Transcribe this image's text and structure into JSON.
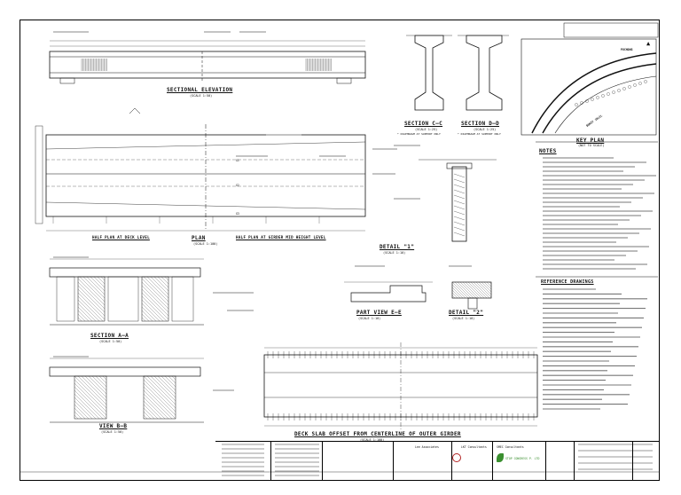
{
  "drawing": {
    "sectional_elevation": {
      "title": "SECTIONAL ELEVATION",
      "scale": "(SCALE 1:50)"
    },
    "section_cc": {
      "title": "SECTION C–C",
      "scale": "(SCALE 1:25)",
      "note": "* DIAPHRAGM AT SUPPORT ONLY"
    },
    "section_dd": {
      "title": "SECTION D–D",
      "scale": "(SCALE 1:25)",
      "note": "* DIAPHRAGM AT SUPPORT ONLY"
    },
    "key_plan": {
      "title": "KEY PLAN",
      "scale": "(NOT TO SCALE)",
      "label_a": "PUCHONG",
      "label_b": "BUKIT JALIL"
    },
    "plan": {
      "title": "PLAN",
      "scale": "(SCALE 1:100)",
      "left_caption": "HALF PLAN AT DECK LEVEL",
      "right_caption": "HALF PLAN AT GIRDER MID HEIGHT LEVEL"
    },
    "detail_1": {
      "title": "DETAIL \"1\"",
      "scale": "(SCALE 1:10)"
    },
    "section_aa": {
      "title": "SECTION A–A",
      "scale": "(SCALE 1:50)"
    },
    "view_bb": {
      "title": "VIEW B–B",
      "scale": "(SCALE 1:50)"
    },
    "part_view_ee": {
      "title": "PART VIEW E–E",
      "scale": "(SCALE 1:10)"
    },
    "detail_2": {
      "title": "DETAIL \"2\"",
      "scale": "(SCALE 1:10)"
    },
    "deck_slab": {
      "title": "DECK SLAB OFFSET FROM CENTERLINE OF OUTER GIRDER",
      "scale": "(SCALE 1:100)"
    },
    "girders": [
      "G1",
      "G2",
      "G3"
    ],
    "notes_title": "NOTES",
    "reference_title": "REFERENCE DRAWINGS",
    "title_block": {
      "consultant": "SMEC Consultants",
      "company_a": "Lee Associates",
      "company_b": "LKT Consultants",
      "company_c": "STOP CONGRESS P. LTD"
    }
  },
  "icons": [
    "north-arrow-icon",
    "logo-leaf-icon",
    "logo-ring-icon"
  ],
  "colors": {
    "line": "#111111",
    "hatch": "#444444",
    "logo_green": "#3a8f2f",
    "logo_red": "#b22222"
  }
}
